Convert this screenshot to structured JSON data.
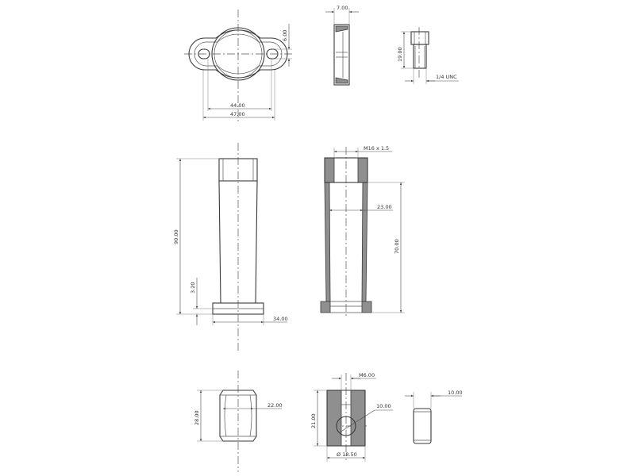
{
  "diagram": {
    "flange": {
      "inner_width_label": "44.00",
      "outer_width_label": "47.00",
      "thickness_label": "6.00"
    },
    "ring": {
      "width_label": "7.00"
    },
    "bolt": {
      "length_label": "19.00",
      "thread_label": "1/4 UNC"
    },
    "tube_outer": {
      "height_label": "90.00",
      "base_label": "3.20",
      "base_width_label": "34.00"
    },
    "tube_section": {
      "thread_label": "M16 x 1.5",
      "inner_diameter_label": "23.00",
      "length_label": "70.00"
    },
    "sleeve": {
      "height_label": "28.00",
      "diameter_label": "22.00"
    },
    "block": {
      "thread_label": "M6.00",
      "hole_label": "10.00",
      "height_label": "21.00",
      "width_label": "Ø 18.50"
    },
    "pin": {
      "diameter_label": "10.00"
    }
  }
}
